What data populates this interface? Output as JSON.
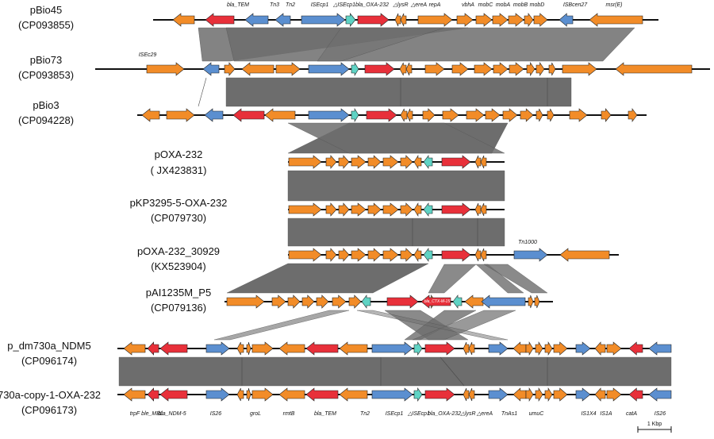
{
  "colors": {
    "orange": "#f28c28",
    "red": "#e8303a",
    "blue": "#5b8fd0",
    "cyan": "#5fd3c4",
    "band": "#6d6d6d",
    "backbone": "#111111"
  },
  "plasmids": [
    {
      "name": "pBio45",
      "accession": "(CP093855)"
    },
    {
      "name": "pBio73",
      "accession": "(CP093853)"
    },
    {
      "name": "pBio3",
      "accession": "(CP094228)"
    },
    {
      "name": "pOXA-232",
      "accession": "( JX423831)"
    },
    {
      "name": "pKP3295-5-OXA-232",
      "accession": "(CP079730)"
    },
    {
      "name": "pOXA-232_30929",
      "accession": "(KX523904)"
    },
    {
      "name": "pAI1235M_P5",
      "accession": "(CP079136)"
    },
    {
      "name": "p_dm730a_NDM5",
      "accession": "(CP096174)"
    },
    {
      "name": "730a-copy-1-OXA-232",
      "accession": "(CP096173)"
    }
  ],
  "top_gene_labels": [
    "bla_TEM",
    "Tn3",
    "Tn2",
    "ISEcp1",
    "△ISEcp1",
    "bla_OXA-232",
    "△lysR",
    "△ereA",
    "repA",
    "vbhA",
    "mobC",
    "mobA",
    "mobB",
    "mobD",
    "ISBcen27",
    "msr(E)"
  ],
  "pbio73_label": "ISEc29",
  "pOXA232_30929_label": "Tn1000",
  "pAI1235M_label": "bla_CTX-M-15",
  "bottom_gene_labels": [
    "trpF",
    "ble_MBL",
    "bla_NDM-5",
    "IS26",
    "groL",
    "rmtB",
    "bla_TEM",
    "Tn2",
    "ISEcp1",
    "△ISEcp1",
    "bla_OXA-232",
    "△lysR",
    "△ereA",
    "TnAs1",
    "umuC",
    "IS1X4",
    "IS1A",
    "catA",
    "IS26"
  ],
  "scale_label": "1 Kbp"
}
